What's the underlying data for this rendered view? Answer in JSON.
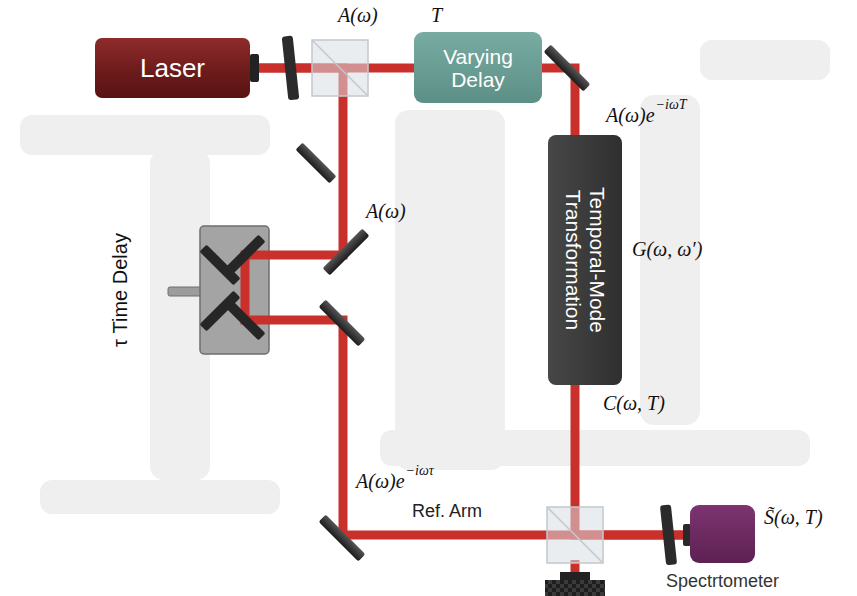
{
  "diagram": {
    "nodes": [
      {
        "text": [
          "Laser"
        ]
      },
      {
        "text": [
          "Varying Delay"
        ]
      },
      {
        "text": [
          "Temporal-Mode Transformation"
        ]
      },
      {
        "text": [
          "τ Time Delay"
        ]
      },
      {
        "text": [
          "Spectrtometer"
        ]
      }
    ],
    "edges": [
      {
        "from": 0,
        "to": 1,
        "arrow": "none"
      },
      {
        "from": 1,
        "to": 2,
        "arrow": "none"
      },
      {
        "from": 2,
        "to": 4,
        "arrow": "none"
      },
      {
        "from": 0,
        "to": 3,
        "arrow": "none"
      },
      {
        "from": 3,
        "to": 4,
        "arrow": "none"
      }
    ],
    "labels": [
      "A(ω)",
      "T",
      "A(ω)e",
      "−iωT",
      "G(ω, ω′)",
      "C(ω, T)",
      "S̃(ω, T)",
      "A(ω)",
      "A(ω)e",
      "−iωτ",
      "Ref. Arm"
    ]
  }
}
